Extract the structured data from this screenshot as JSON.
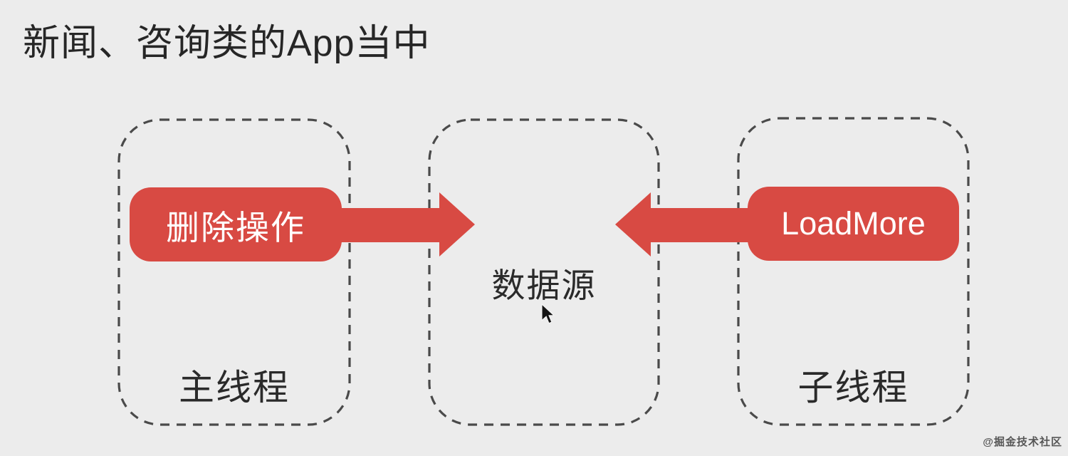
{
  "title": "新闻、咨询类的App当中",
  "diagram": {
    "left_box": {
      "label": "主线程",
      "action_label": "删除操作"
    },
    "center_box": {
      "label": "数据源"
    },
    "right_box": {
      "label": "子线程",
      "action_label": "LoadMore"
    }
  },
  "icons": {
    "cursor": "mouse-arrow-cursor-icon"
  },
  "colors": {
    "background": "#ECECEC",
    "accent_red": "#D84A43",
    "text_dark": "#2A2A2A",
    "dashed_border": "#4A4A4A",
    "pill_text": "#FFFFFF"
  },
  "watermark": {
    "text": "@掘金技术社区"
  }
}
